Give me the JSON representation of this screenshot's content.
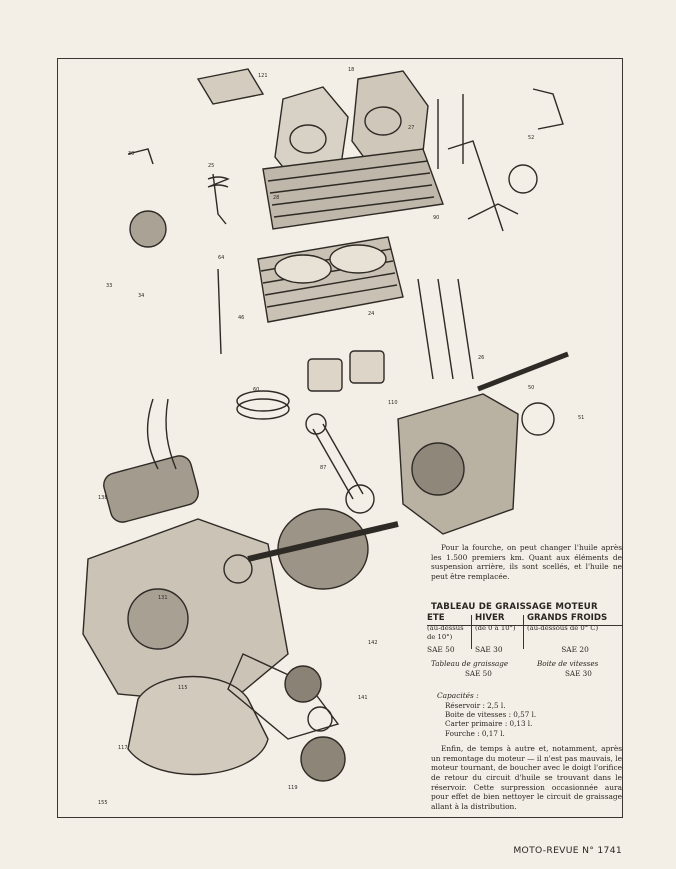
{
  "article": {
    "intro": "Pour la fourche, on peut changer l'huile après les 1.500 premiers km. Quant aux éléments de suspension arrière, ils sont scellés, et l'huile ne peut être remplacée.",
    "table_title": "TABLEAU DE GRAISSAGE MOTEUR",
    "columns": [
      {
        "heading": "ETE",
        "note": "(au-dessus de 10°)",
        "grade": "SAE 50"
      },
      {
        "heading": "HIVER",
        "note": "(de 0 à 10°)",
        "grade": "SAE 30"
      },
      {
        "heading": "GRANDS FROIDS",
        "note": "(au-dessous de 0° C)",
        "grade": "SAE 20"
      }
    ],
    "boite_left_label": "Tableau de graissage",
    "boite_left_value": "SAE 50",
    "boite_right_label": "Boite de vitesses",
    "boite_right_value": "SAE 30",
    "capacites_label": "Capacités :",
    "capacites": [
      {
        "item": "Réservoir",
        "value": ": 2,5 l."
      },
      {
        "item": "Boite de vitesses",
        "value": ": 0,57 l."
      },
      {
        "item": "Carter primaire",
        "value": ": 0,13 l."
      },
      {
        "item": "Fourche",
        "value": ": 0,17 l."
      }
    ],
    "outro": "Enfin, de temps à autre et, notamment, après un remontage du moteur — il n'est pas mauvais, le moteur tournant, de boucher avec le doigt l'orifice de retour du circuit d'huile se trouvant dans le réservoir. Cette surpression occasionnée aura pour effet de bien nettoyer le circuit de graissage allant à la distribution."
  },
  "footer": {
    "magazine": "MOTO-REVUE",
    "issue": "N° 1741"
  },
  "diagram": {
    "labels": [
      "121",
      "18",
      "30",
      "25",
      "28",
      "27",
      "64",
      "33",
      "34",
      "46",
      "60",
      "87",
      "24",
      "26",
      "50",
      "51",
      "52",
      "90",
      "110",
      "115",
      "117",
      "119",
      "131",
      "138",
      "141",
      "142",
      "155"
    ]
  }
}
